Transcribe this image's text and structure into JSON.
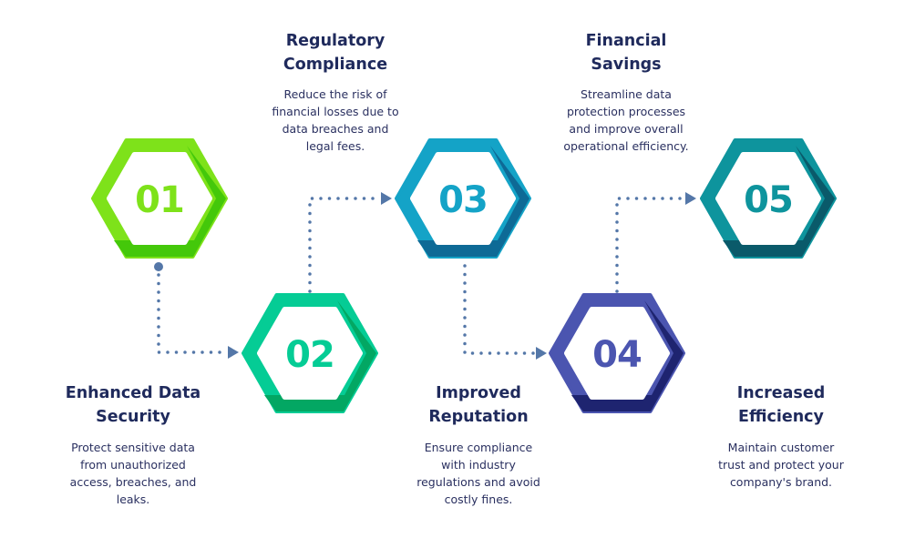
{
  "steps": [
    {
      "number": "01",
      "title": [
        "Enhanced Data",
        "Security"
      ],
      "description": [
        "Protect sensitive data",
        "from unauthorized",
        "access, breaches, and",
        "leaks."
      ],
      "light": "#7ee21a",
      "dark": "#44c80a"
    },
    {
      "number": "02",
      "title": [
        "Regulatory",
        "Compliance"
      ],
      "description": [
        "Reduce the risk of",
        "financial losses due to",
        "data breaches and",
        "legal fees."
      ],
      "light": "#05cc95",
      "dark": "#03a763"
    },
    {
      "number": "03",
      "title": [
        "Improved",
        "Reputation"
      ],
      "description": [
        "Ensure compliance",
        "with industry",
        "regulations and avoid",
        "costly fines."
      ],
      "light": "#14a3c7",
      "dark": "#0e6a96"
    },
    {
      "number": "04",
      "title": [
        "Financial",
        "Savings"
      ],
      "description": [
        "Streamline data",
        "protection processes",
        "and improve overall",
        "operational efficiency."
      ],
      "light": "#4b55b0",
      "dark": "#1e2470"
    },
    {
      "number": "05",
      "title": [
        "Increased",
        "Efficiency"
      ],
      "description": [
        "Maintain customer",
        "trust and protect your",
        "company's brand."
      ],
      "light": "#0e949d",
      "dark": "#0a5a6a"
    }
  ],
  "connector_color": "#5477a8"
}
